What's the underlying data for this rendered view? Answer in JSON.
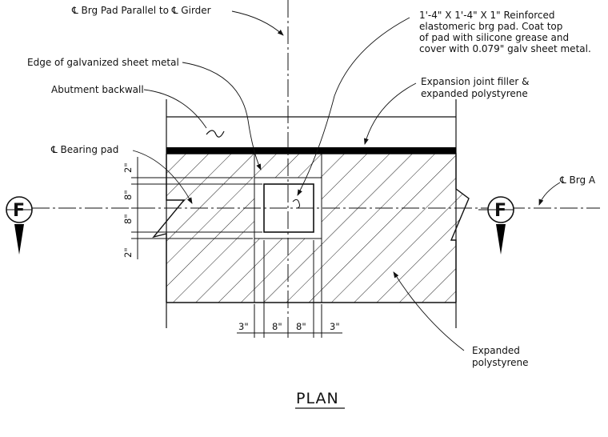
{
  "labels": {
    "cl_pad_parallel": "℄ Brg Pad Parallel to ℄ Girder",
    "pad_note": [
      "1'-4\" X 1'-4\" X 1\" Reinforced",
      "elastomeric brg pad. Coat top",
      "of pad with silicone grease and",
      "cover with 0.079\" galv sheet metal."
    ],
    "edge_sheet_metal": "Edge of galvanized sheet metal",
    "abutment_backwall": "Abutment backwall",
    "expansion_joint": [
      "Expansion joint filler &",
      "expanded polystyrene"
    ],
    "cl_bearing_pad": "℄ Bearing pad",
    "cl_brg_a": "℄ Brg A",
    "expanded_polystyrene": [
      "Expanded",
      "polystyrene"
    ],
    "section_mark": "F",
    "title": "PLAN"
  },
  "dims": {
    "vertical": [
      "2\"",
      "8\"",
      "8\"",
      "2\""
    ],
    "horizontal": [
      "3\"",
      "8\"",
      "8\"",
      "3\""
    ]
  }
}
